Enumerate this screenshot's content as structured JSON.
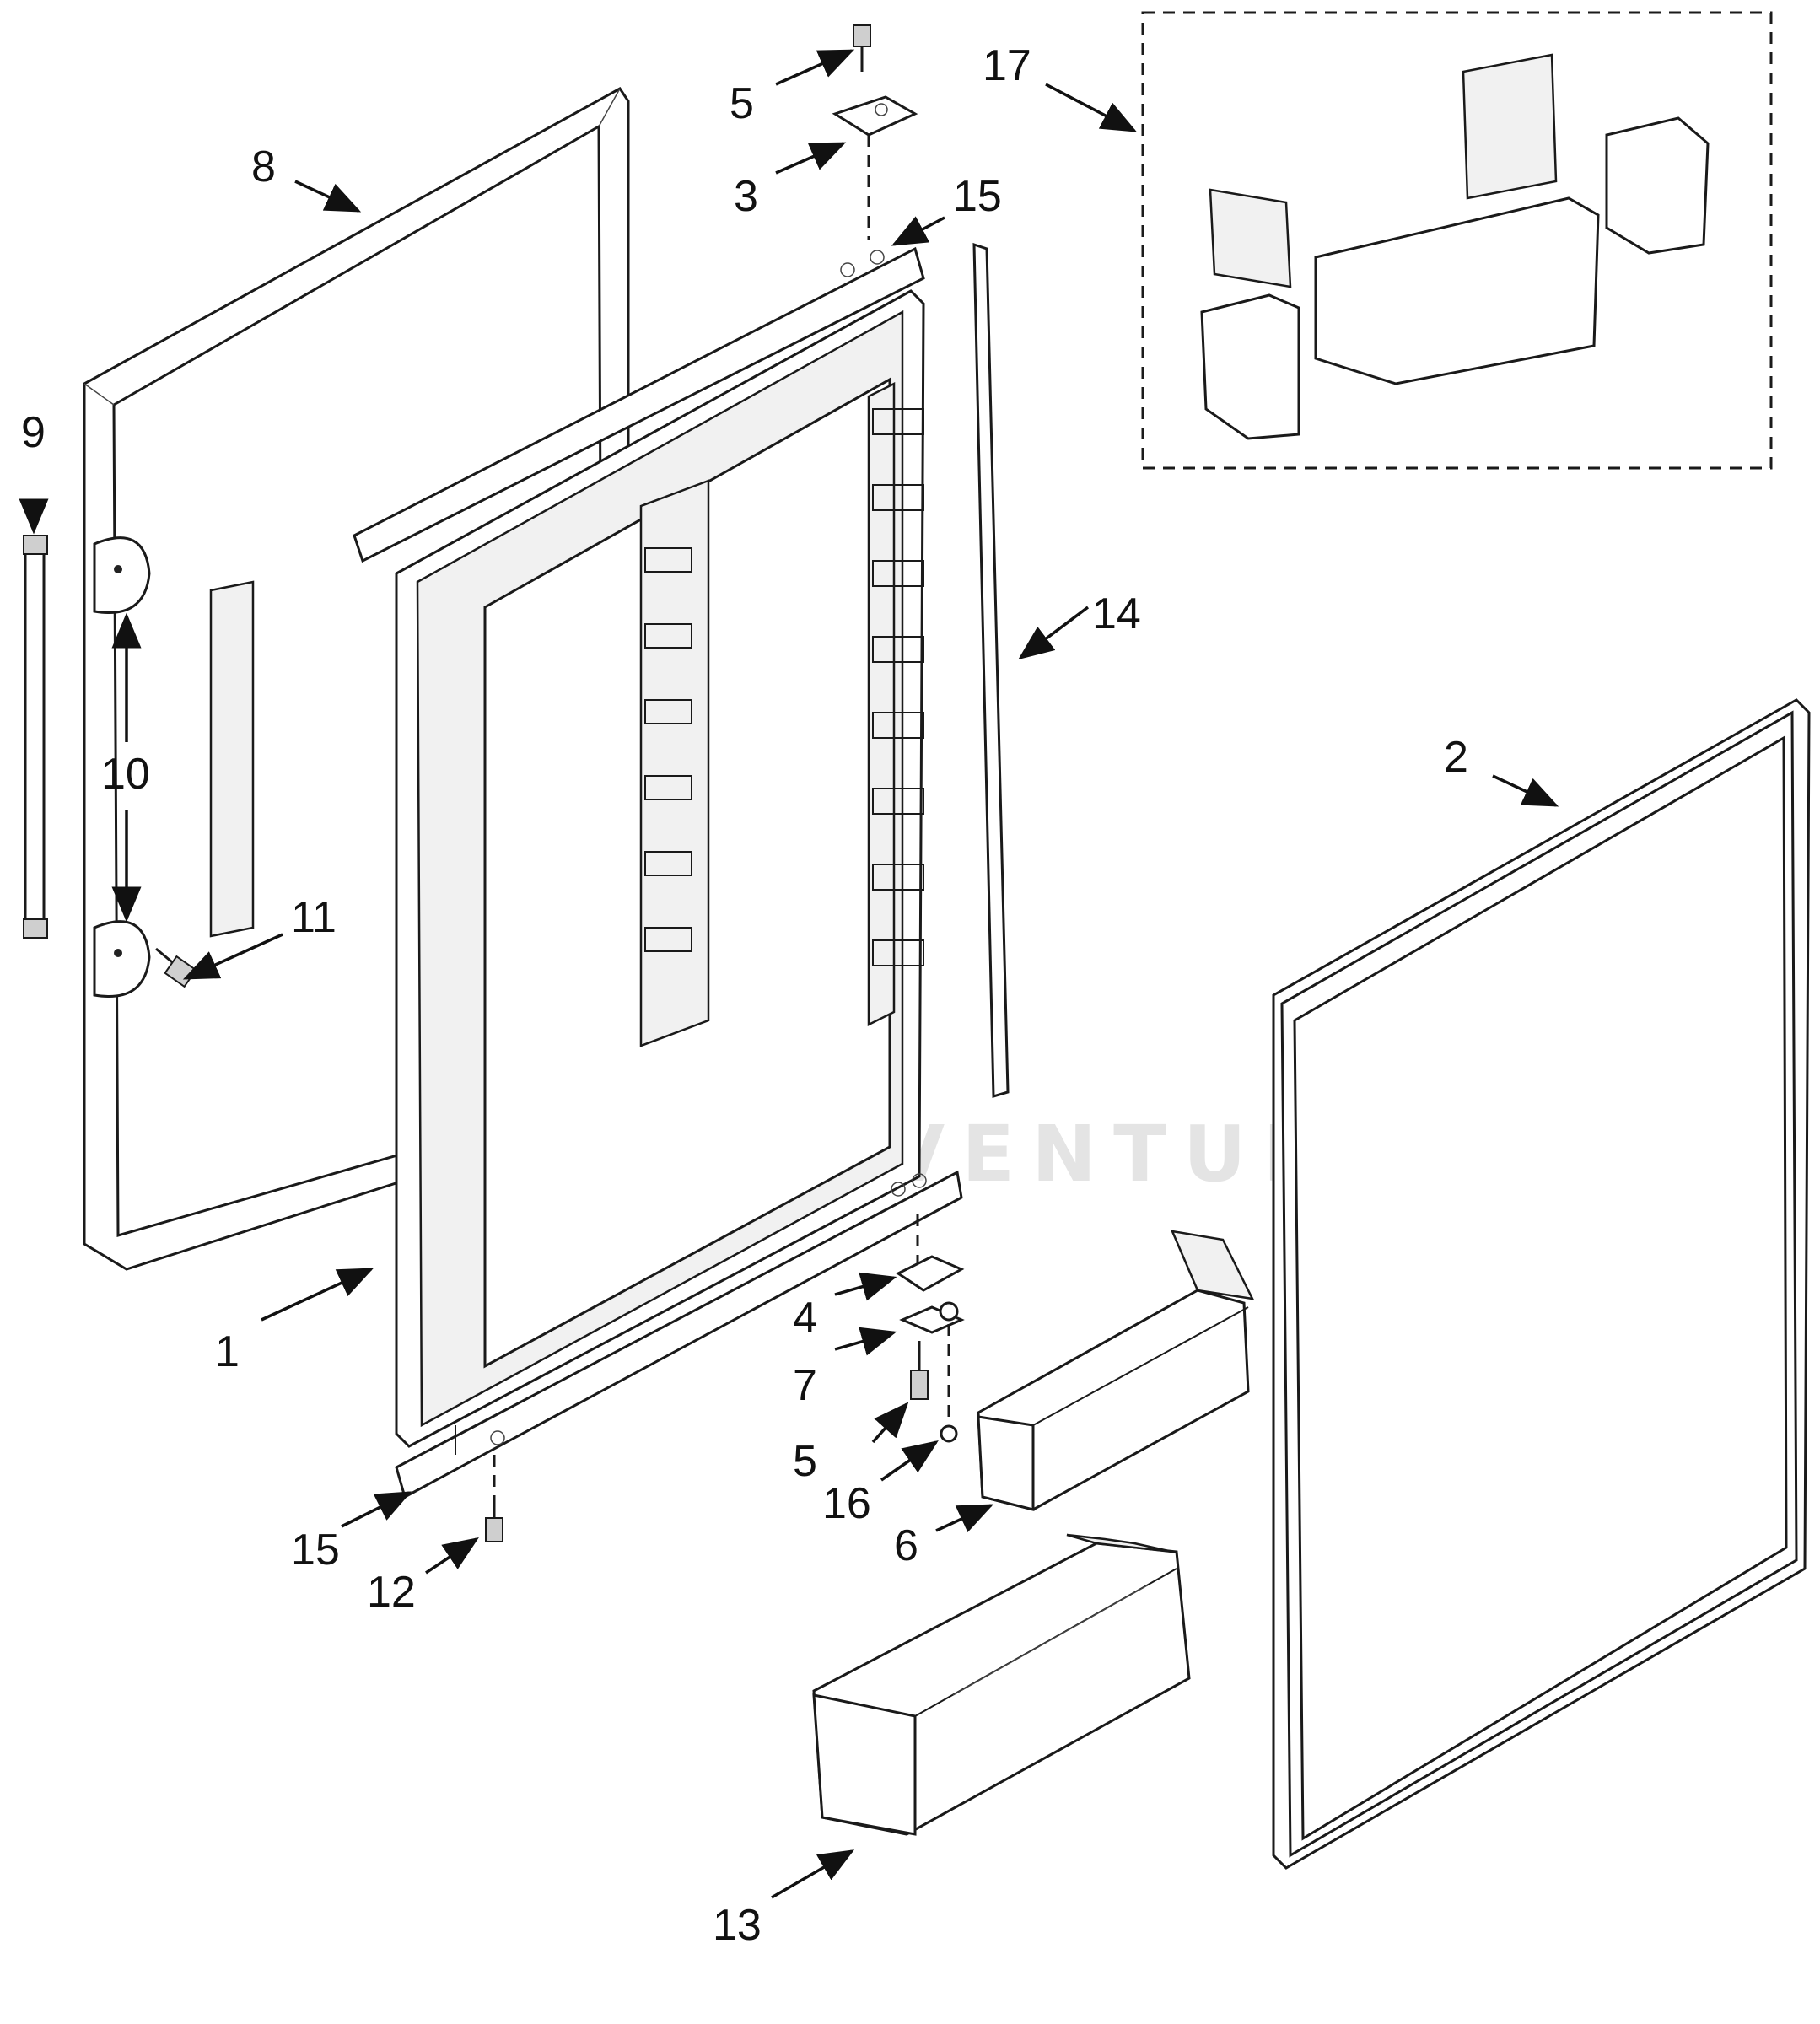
{
  "watermark": "LEADVENTURE",
  "callouts": [
    {
      "id": "c1",
      "text": "1"
    },
    {
      "id": "c2",
      "text": "2"
    },
    {
      "id": "c3",
      "text": "3"
    },
    {
      "id": "c4",
      "text": "4"
    },
    {
      "id": "c5a",
      "text": "5"
    },
    {
      "id": "c5b",
      "text": "5"
    },
    {
      "id": "c6",
      "text": "6"
    },
    {
      "id": "c7",
      "text": "7"
    },
    {
      "id": "c8",
      "text": "8"
    },
    {
      "id": "c9",
      "text": "9"
    },
    {
      "id": "c10",
      "text": "10"
    },
    {
      "id": "c11",
      "text": "11"
    },
    {
      "id": "c12",
      "text": "12"
    },
    {
      "id": "c13",
      "text": "13"
    },
    {
      "id": "c14",
      "text": "14"
    },
    {
      "id": "c15a",
      "text": "15"
    },
    {
      "id": "c15b",
      "text": "15"
    },
    {
      "id": "c16",
      "text": "16"
    },
    {
      "id": "c17",
      "text": "17"
    }
  ]
}
